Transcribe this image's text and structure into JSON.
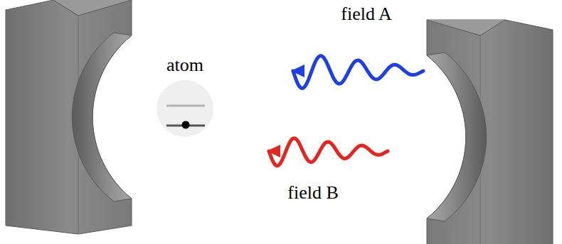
{
  "diagram": {
    "nodes": [
      {
        "text": [
          "atom"
        ]
      }
    ],
    "labels": [
      "field A",
      "field B"
    ]
  }
}
